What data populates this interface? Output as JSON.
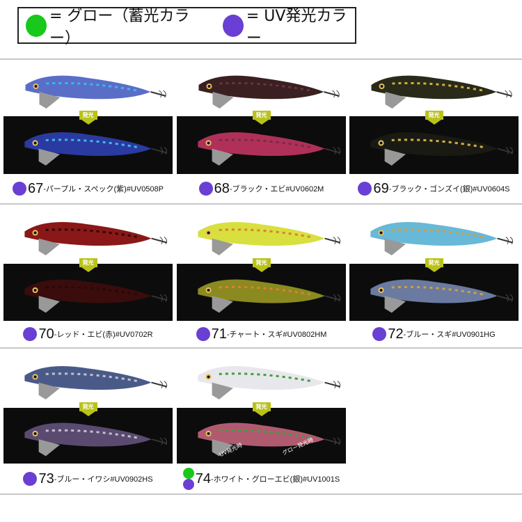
{
  "legend": {
    "glow_label": "= グロー（蓄光カラー）",
    "uv_label": "= UV発光カラー",
    "glow_color": "#18c81a",
    "uv_color": "#6a3fd3"
  },
  "glow_arrow_label": "発光",
  "items": [
    {
      "num": "67",
      "name": "-パープル・スペック(紫)#UV0508P",
      "body": "#5a6ec8",
      "dark": "#2a3aa0",
      "spots": "#3ab8e8",
      "glow": [
        "uv"
      ]
    },
    {
      "num": "68",
      "name": "-ブラック・エビ#UV0602M",
      "body": "#3a2020",
      "dark": "#b0305a",
      "spots": "#703040",
      "glow": [
        "uv"
      ]
    },
    {
      "num": "69",
      "name": "-ブラック・ゴンズイ(銀)#UV0604S",
      "body": "#2a2a1a",
      "dark": "#1a1a14",
      "spots": "#d0b040",
      "glow": [
        "uv"
      ]
    },
    {
      "num": "70",
      "name": "-レッド・エビ(赤)#UV0702R",
      "body": "#8a1818",
      "dark": "#3a0c0c",
      "spots": "#2a0808",
      "glow": [
        "uv"
      ]
    },
    {
      "num": "71",
      "name": "-チャート・スギ#UV0802HM",
      "body": "#d8e040",
      "dark": "#8a8a20",
      "spots": "#e08030",
      "glow": [
        "uv"
      ]
    },
    {
      "num": "72",
      "name": "-ブルー・スギ#UV0901HG",
      "body": "#68b8d8",
      "dark": "#6a7aa0",
      "spots": "#d0a040",
      "glow": [
        "uv"
      ]
    },
    {
      "num": "73",
      "name": "-ブルー・イワシ#UV0902HS",
      "body": "#4a5a88",
      "dark": "#5a4a70",
      "spots": "#c0c0d0",
      "glow": [
        "uv"
      ]
    },
    {
      "num": "74",
      "name": "-ホワイト・グローエビ(銀)#UV1001S",
      "body": "#e8e8ec",
      "dark": "#b05a70",
      "spots": "#40a040",
      "glow": [
        "glow",
        "uv"
      ],
      "tags": [
        "UV発光時",
        "グロー発光時"
      ]
    }
  ]
}
